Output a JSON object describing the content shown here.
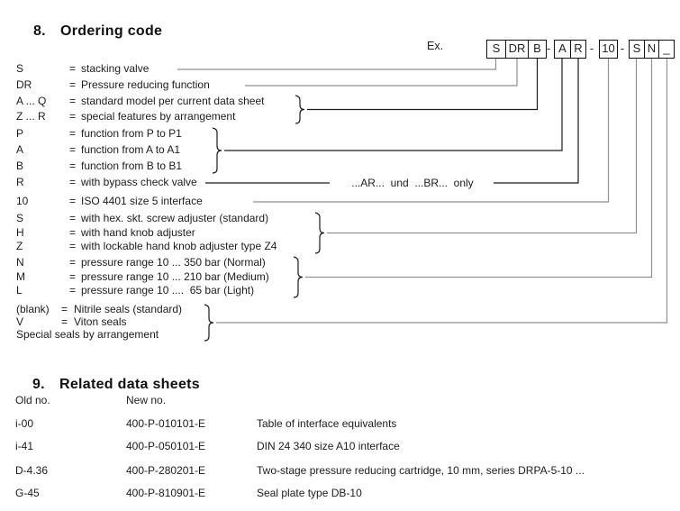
{
  "section8": {
    "heading_number": "8.",
    "heading_title": "Ordering code",
    "example_label": "Ex.",
    "code_separator": "-",
    "code_groups": [
      [
        "S",
        "DR",
        "B"
      ],
      [
        "A",
        "R"
      ],
      [
        "10"
      ],
      [
        "S",
        "N",
        "_"
      ]
    ],
    "rows": [
      {
        "code": "S",
        "eq": "=",
        "desc": "stacking valve"
      },
      {
        "code": "DR",
        "eq": "=",
        "desc": "Pressure reducing function"
      },
      {
        "code": "A ... Q",
        "eq": "=",
        "desc": "standard model per current data sheet"
      },
      {
        "code": "Z ... R",
        "eq": "=",
        "desc": "special features by arrangement"
      },
      {
        "code": "P",
        "eq": "=",
        "desc": "function from P to P1"
      },
      {
        "code": "A",
        "eq": "=",
        "desc": "function from A to A1"
      },
      {
        "code": "B",
        "eq": "=",
        "desc": "function from B to B1"
      },
      {
        "code": "R",
        "eq": "=",
        "desc": "with bypass check valve"
      },
      {
        "code": "10",
        "eq": "=",
        "desc": "ISO 4401 size 5 interface"
      },
      {
        "code": "S",
        "eq": "=",
        "desc": "with hex. skt. screw adjuster (standard)"
      },
      {
        "code": "H",
        "eq": "=",
        "desc": "with hand knob adjuster"
      },
      {
        "code": "Z",
        "eq": "=",
        "desc": "with lockable hand knob adjuster type Z4"
      },
      {
        "code": "N",
        "eq": "=",
        "desc": "pressure range 10 ... 350 bar (Normal)"
      },
      {
        "code": "M",
        "eq": "=",
        "desc": "pressure range 10 ... 210 bar (Medium)"
      },
      {
        "code": "L",
        "eq": "=",
        "desc": "pressure range 10 ....  65 bar (Light)"
      },
      {
        "code": "(blank)",
        "eq": "=",
        "desc": "Nitrile seals (standard)"
      },
      {
        "code": "V",
        "eq": "=",
        "desc": "Viton seals"
      },
      {
        "code": "",
        "eq": "",
        "desc": "Special seals by arrangement"
      }
    ],
    "bypass_note": "...AR...  und  ...BR...  only"
  },
  "section9": {
    "heading_number": "9.",
    "heading_title": "Related data sheets",
    "col_old": "Old no.",
    "col_new": "New no.",
    "rows": [
      {
        "old": "i-00",
        "new": "400-P-010101-E",
        "desc": "Table of interface equivalents"
      },
      {
        "old": "i-41",
        "new": "400-P-050101-E",
        "desc": "DIN 24 340 size A10 interface"
      },
      {
        "old": "D-4.36",
        "new": "400-P-280201-E",
        "desc": "Two-stage pressure reducing cartridge, 10 mm, series DRPA-5-10 ..."
      },
      {
        "old": "G-45",
        "new": "400-P-810901-E",
        "desc": "Seal plate type DB-10"
      }
    ]
  }
}
